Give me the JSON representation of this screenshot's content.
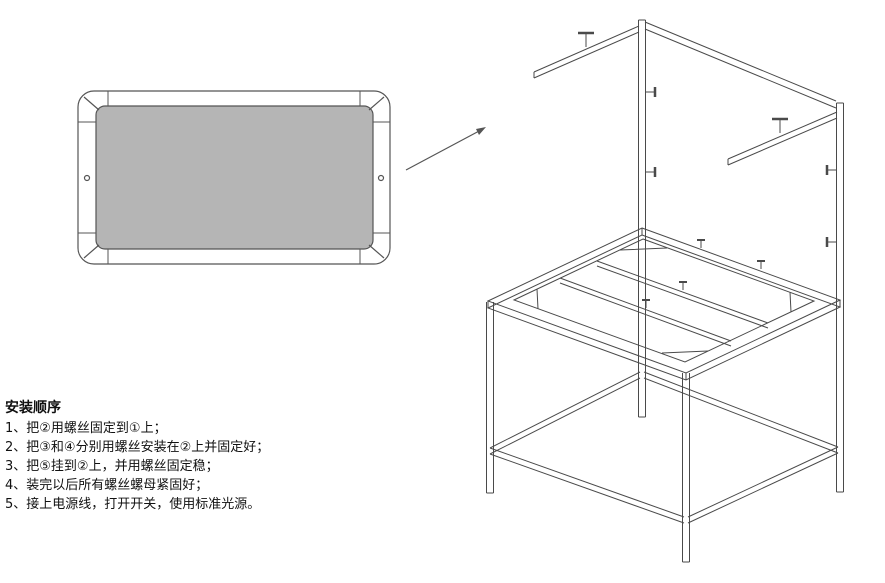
{
  "colors": {
    "panel_fill": "#b5b5b5",
    "line": "#4a4a4a",
    "panel_line": "#555555"
  },
  "instructions": {
    "title": "安装顺序",
    "steps": [
      "1、把②用螺丝固定到①上；",
      "2、把③和④分别用螺丝安装在②上并固定好；",
      "3、把⑤挂到②上，并用螺丝固定稳；",
      "4、装完以后所有螺丝螺母紧固好；",
      "5、接上电源线，打开开关，使用标准光源。"
    ]
  },
  "diagram": {
    "left_part": "flat light panel with gray diffuser and side mounting holes",
    "right_part": "isometric workbench frame with back posts, hanging bars and screws",
    "arrow": "points from panel toward frame mounting position"
  }
}
